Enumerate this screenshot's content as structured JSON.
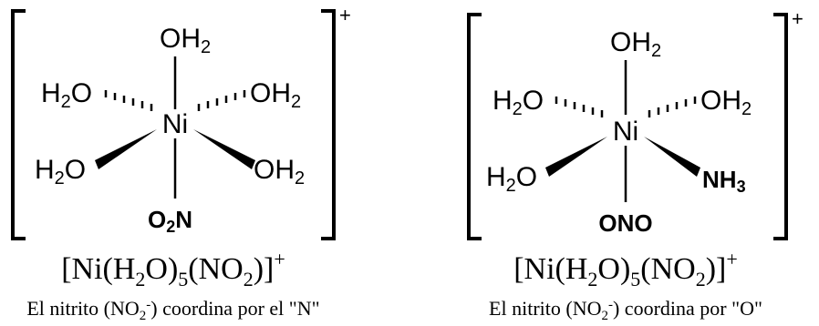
{
  "complexes": [
    {
      "center": "Ni",
      "ligand_top": "OH",
      "ligand_upper_left": "H",
      "ligand_upper_right": "OH",
      "ligand_lower_left": "H",
      "ligand_lower_right": "OH",
      "ligand_bottom_a": "O",
      "ligand_bottom_b": "N",
      "sub_2": "2",
      "letter_O": "O",
      "charge": "+",
      "formula": {
        "p1": "[Ni(H",
        "s1": "2",
        "p2": "O)",
        "s2": "5",
        "p3": "(NO",
        "s3": "2",
        "p4": ")]",
        "sup": "+"
      },
      "caption": {
        "p1": "El nitrito (NO",
        "sub": "2",
        "sup": "-",
        "p2": ") coordina por el \"N\""
      }
    },
    {
      "center": "Ni",
      "ligand_top": "OH",
      "ligand_upper_left": "H",
      "ligand_upper_right": "OH",
      "ligand_lower_left": "H",
      "ligand_lower_right": "NH",
      "ligand_bottom": "ONO",
      "sub_2": "2",
      "sub_3": "3",
      "letter_O": "O",
      "charge": "+",
      "formula": {
        "p1": "[Ni(H",
        "s1": "2",
        "p2": "O)",
        "s2": "5",
        "p3": "(NO",
        "s3": "2",
        "p4": ")]",
        "sup": "+"
      },
      "caption": {
        "p1": "El nitrito (NO",
        "sub": "2",
        "sup": "-",
        "p2": ") coordina por \"O\""
      }
    }
  ]
}
